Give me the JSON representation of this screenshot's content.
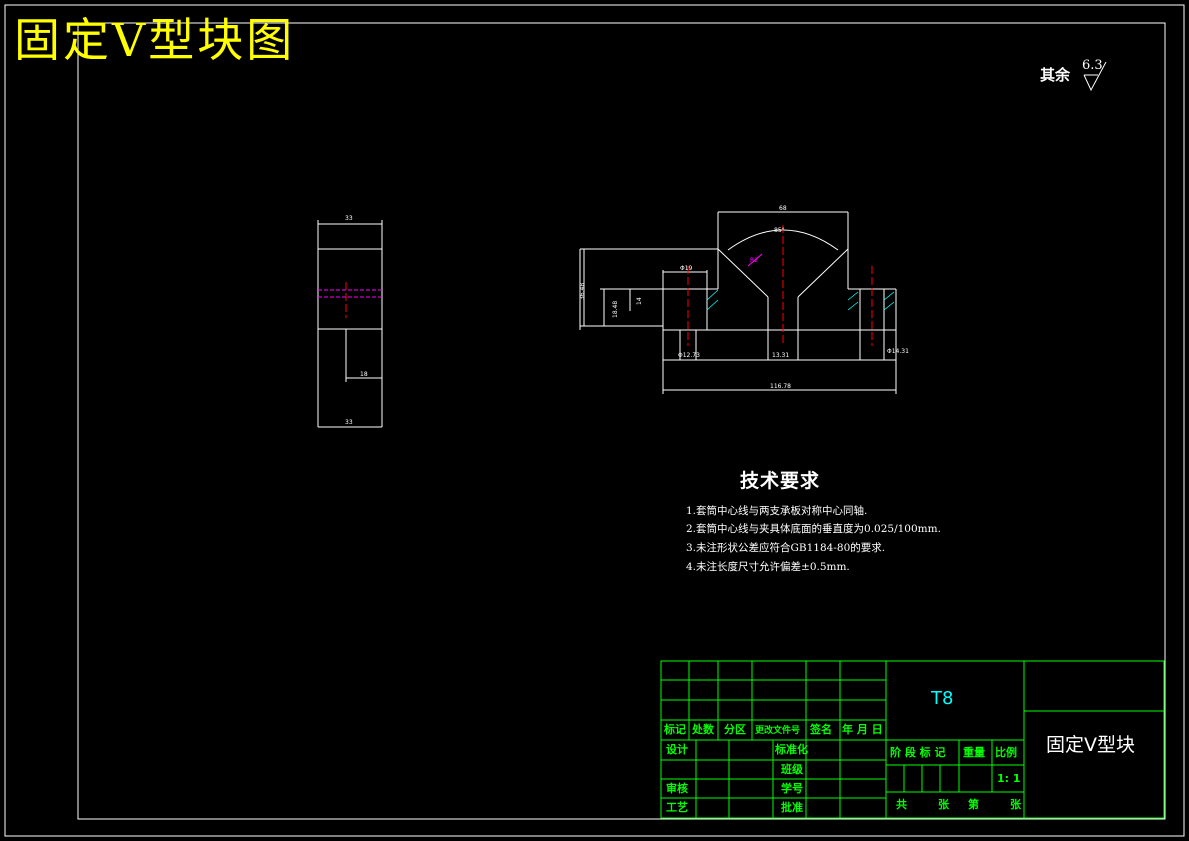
{
  "drawing": {
    "title": "固定V型块图",
    "roughness": {
      "label": "其余",
      "value": "6.3"
    }
  },
  "side_view": {
    "dims": {
      "top_width": "33",
      "bottom_width": "33",
      "hole_offset": "18"
    }
  },
  "front_view": {
    "dims": {
      "top_width": "68",
      "angle": "85°",
      "radius": "R2",
      "total_height": "36.48",
      "step_height": "18.48",
      "step_small": "14",
      "counterbore_dia": "Φ19",
      "left_hole_dia": "Φ12.73",
      "center_slot": "13.31",
      "right_hole_dia": "Φ14.31",
      "total_length": "116.78"
    }
  },
  "tech_requirements": {
    "title": "技术要求",
    "items": [
      "1.套筒中心线与两支承板对称中心同轴.",
      "2.套筒中心线与夹具体底面的垂直度为0.025/100mm.",
      "3.未注形状公差应符合GB1184-80的要求.",
      "4.未注长度尺寸允许偏差±0.5mm."
    ]
  },
  "title_block": {
    "headers": [
      "标记",
      "处数",
      "分区",
      "更改文件号",
      "签名",
      "年 月 日"
    ],
    "left_labels": {
      "design": "设计",
      "review": "审核",
      "process": "工艺"
    },
    "mid_labels": {
      "standard": "标准化",
      "class": "班级",
      "student_no": "学号",
      "approve": "批准"
    },
    "material": "T8",
    "stage_headers": {
      "stage_mark": "阶 段 标 记",
      "weight": "重量",
      "scale": "比例"
    },
    "scale_value": "1: 1",
    "sheets": [
      "共",
      "张",
      "第",
      "张"
    ],
    "part_name": "固定V型块"
  },
  "colors": {
    "background": "#000000",
    "line": "#ffffff",
    "table": "#00ff00",
    "title": "#ffff00",
    "center": "#ff0000",
    "hidden": "#ff00ff",
    "hatch": "#00ffff"
  }
}
